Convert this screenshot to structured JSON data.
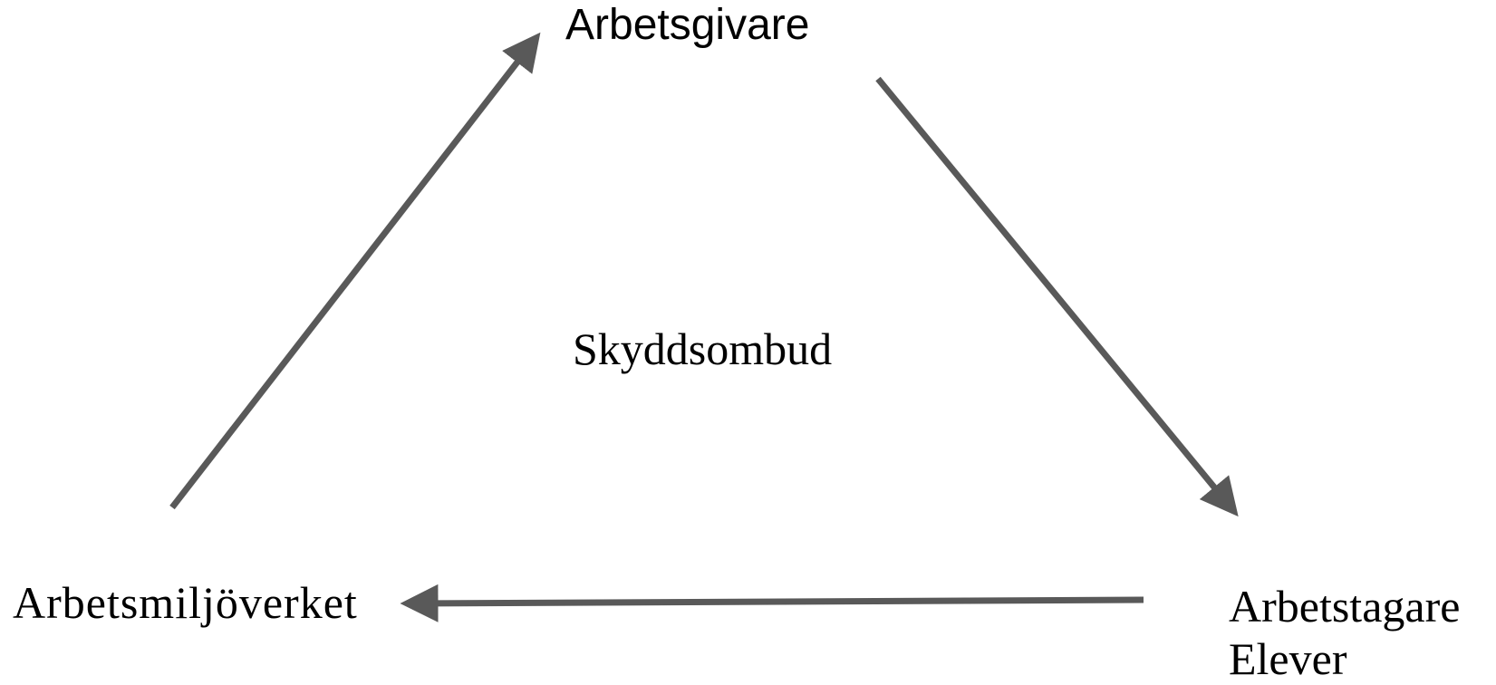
{
  "nodes": {
    "employer": "Arbetsgivare",
    "center": "Skyddsombud",
    "agency": "Arbetsmiljöverket",
    "employees_line1": "Arbetstagare",
    "employees_line2": "Elever"
  },
  "colors": {
    "arrow": "#595959",
    "text": "#000000"
  }
}
